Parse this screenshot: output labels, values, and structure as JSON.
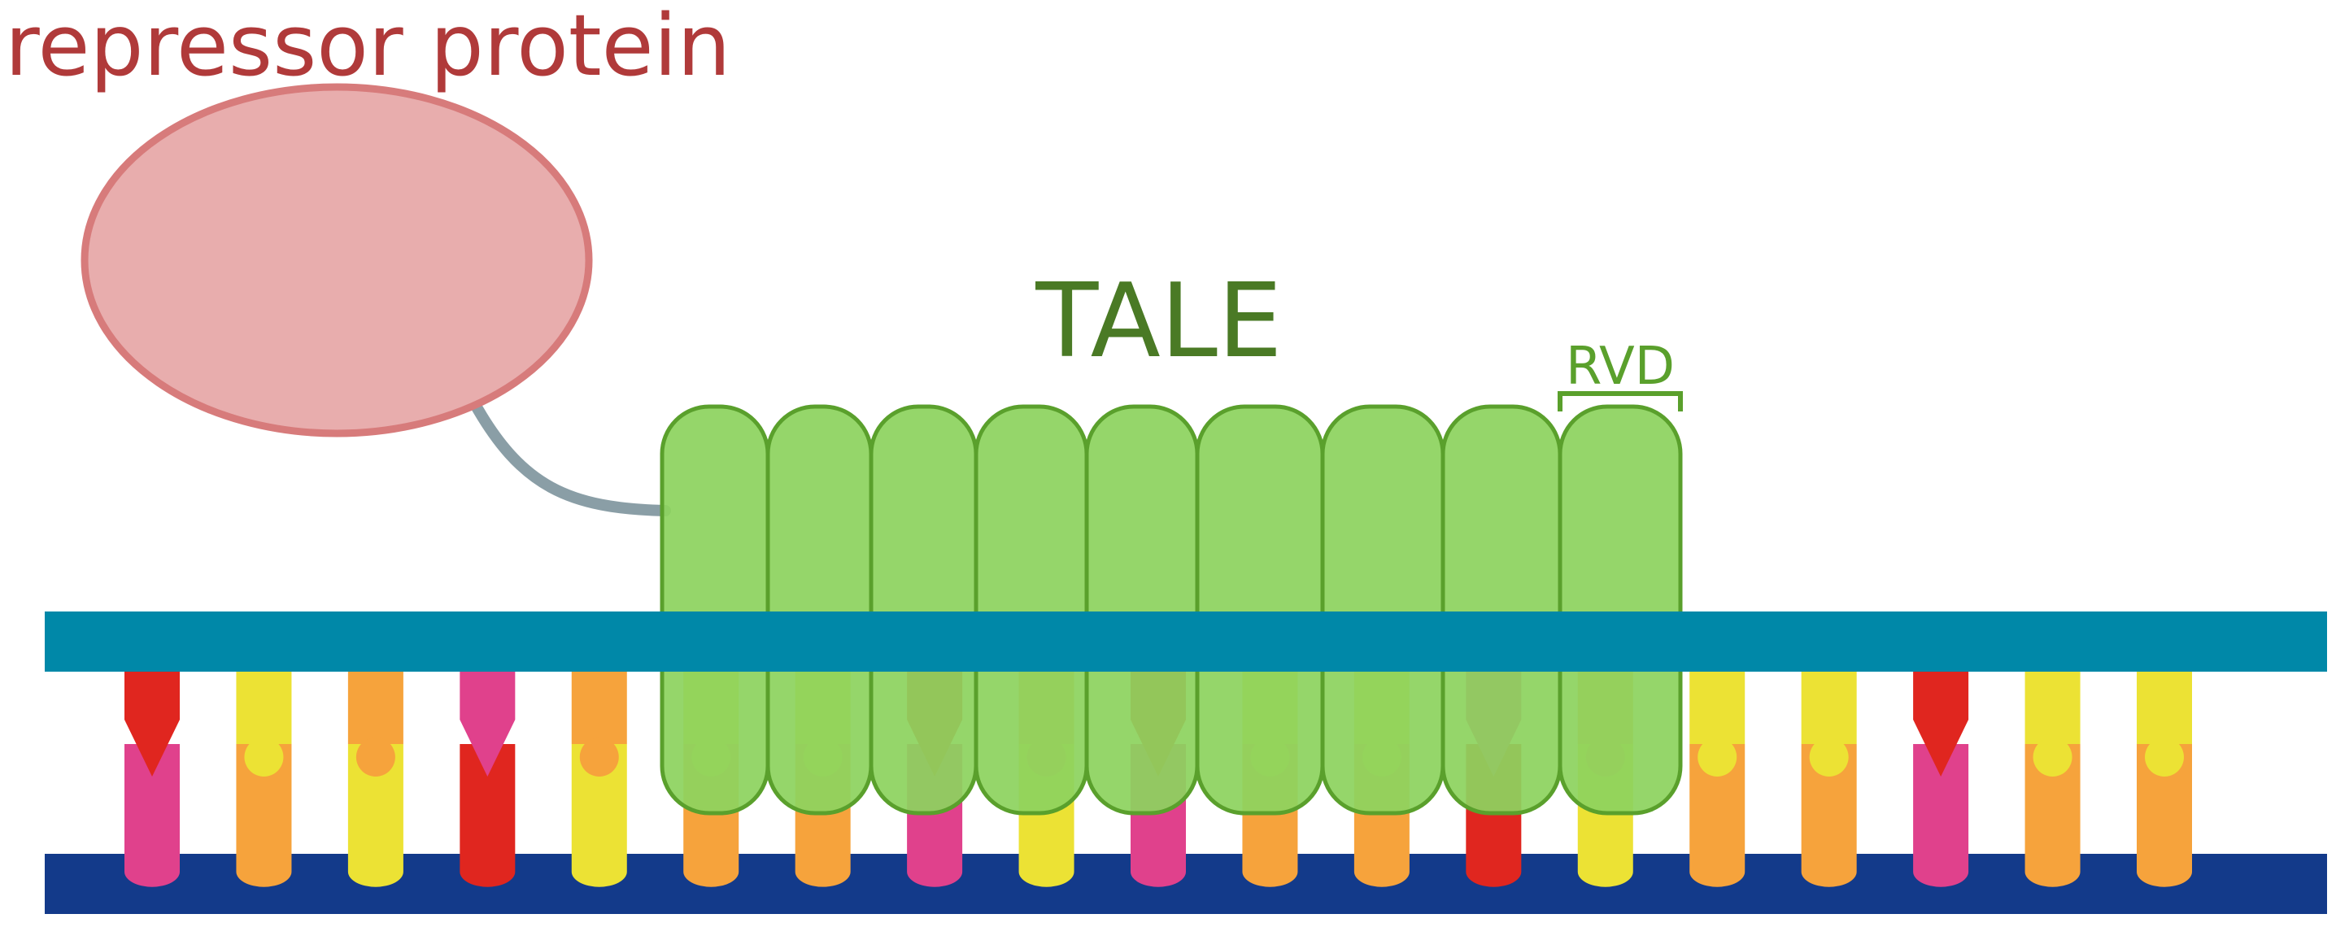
{
  "labels": {
    "repressor": "repressor protein",
    "tale": "TALE",
    "rvd": "RVD"
  },
  "colors": {
    "repressor_text": "#b03a3a",
    "repressor_fill": "#e8adad",
    "repressor_stroke": "#d77b7b",
    "linker": "#8a9ea6",
    "tale_text": "#4a7a25",
    "repeat_fill": "#8dd35f",
    "repeat_stroke": "#5aa02c",
    "top_strand": "#0088a8",
    "bottom_strand": "#133a8a",
    "base_red": "#e0261f",
    "base_magenta": "#e0418c",
    "base_orange": "#f6a33c",
    "base_yellow": "#ece234"
  },
  "tale_repeat_count": 9,
  "base_pairs": [
    {
      "top": "red",
      "bottom": "magenta"
    },
    {
      "top": "yellow",
      "bottom": "orange"
    },
    {
      "top": "orange",
      "bottom": "yellow"
    },
    {
      "top": "magenta",
      "bottom": "red"
    },
    {
      "top": "orange",
      "bottom": "yellow"
    },
    {
      "top": "yellow",
      "bottom": "orange"
    },
    {
      "top": "yellow",
      "bottom": "orange"
    },
    {
      "top": "red",
      "bottom": "magenta"
    },
    {
      "top": "orange",
      "bottom": "yellow"
    },
    {
      "top": "red",
      "bottom": "magenta"
    },
    {
      "top": "yellow",
      "bottom": "orange"
    },
    {
      "top": "yellow",
      "bottom": "orange"
    },
    {
      "top": "magenta",
      "bottom": "red"
    },
    {
      "top": "orange",
      "bottom": "yellow"
    },
    {
      "top": "yellow",
      "bottom": "orange"
    },
    {
      "top": "yellow",
      "bottom": "orange"
    },
    {
      "top": "red",
      "bottom": "magenta"
    },
    {
      "top": "yellow",
      "bottom": "orange"
    },
    {
      "top": "yellow",
      "bottom": "orange"
    }
  ]
}
